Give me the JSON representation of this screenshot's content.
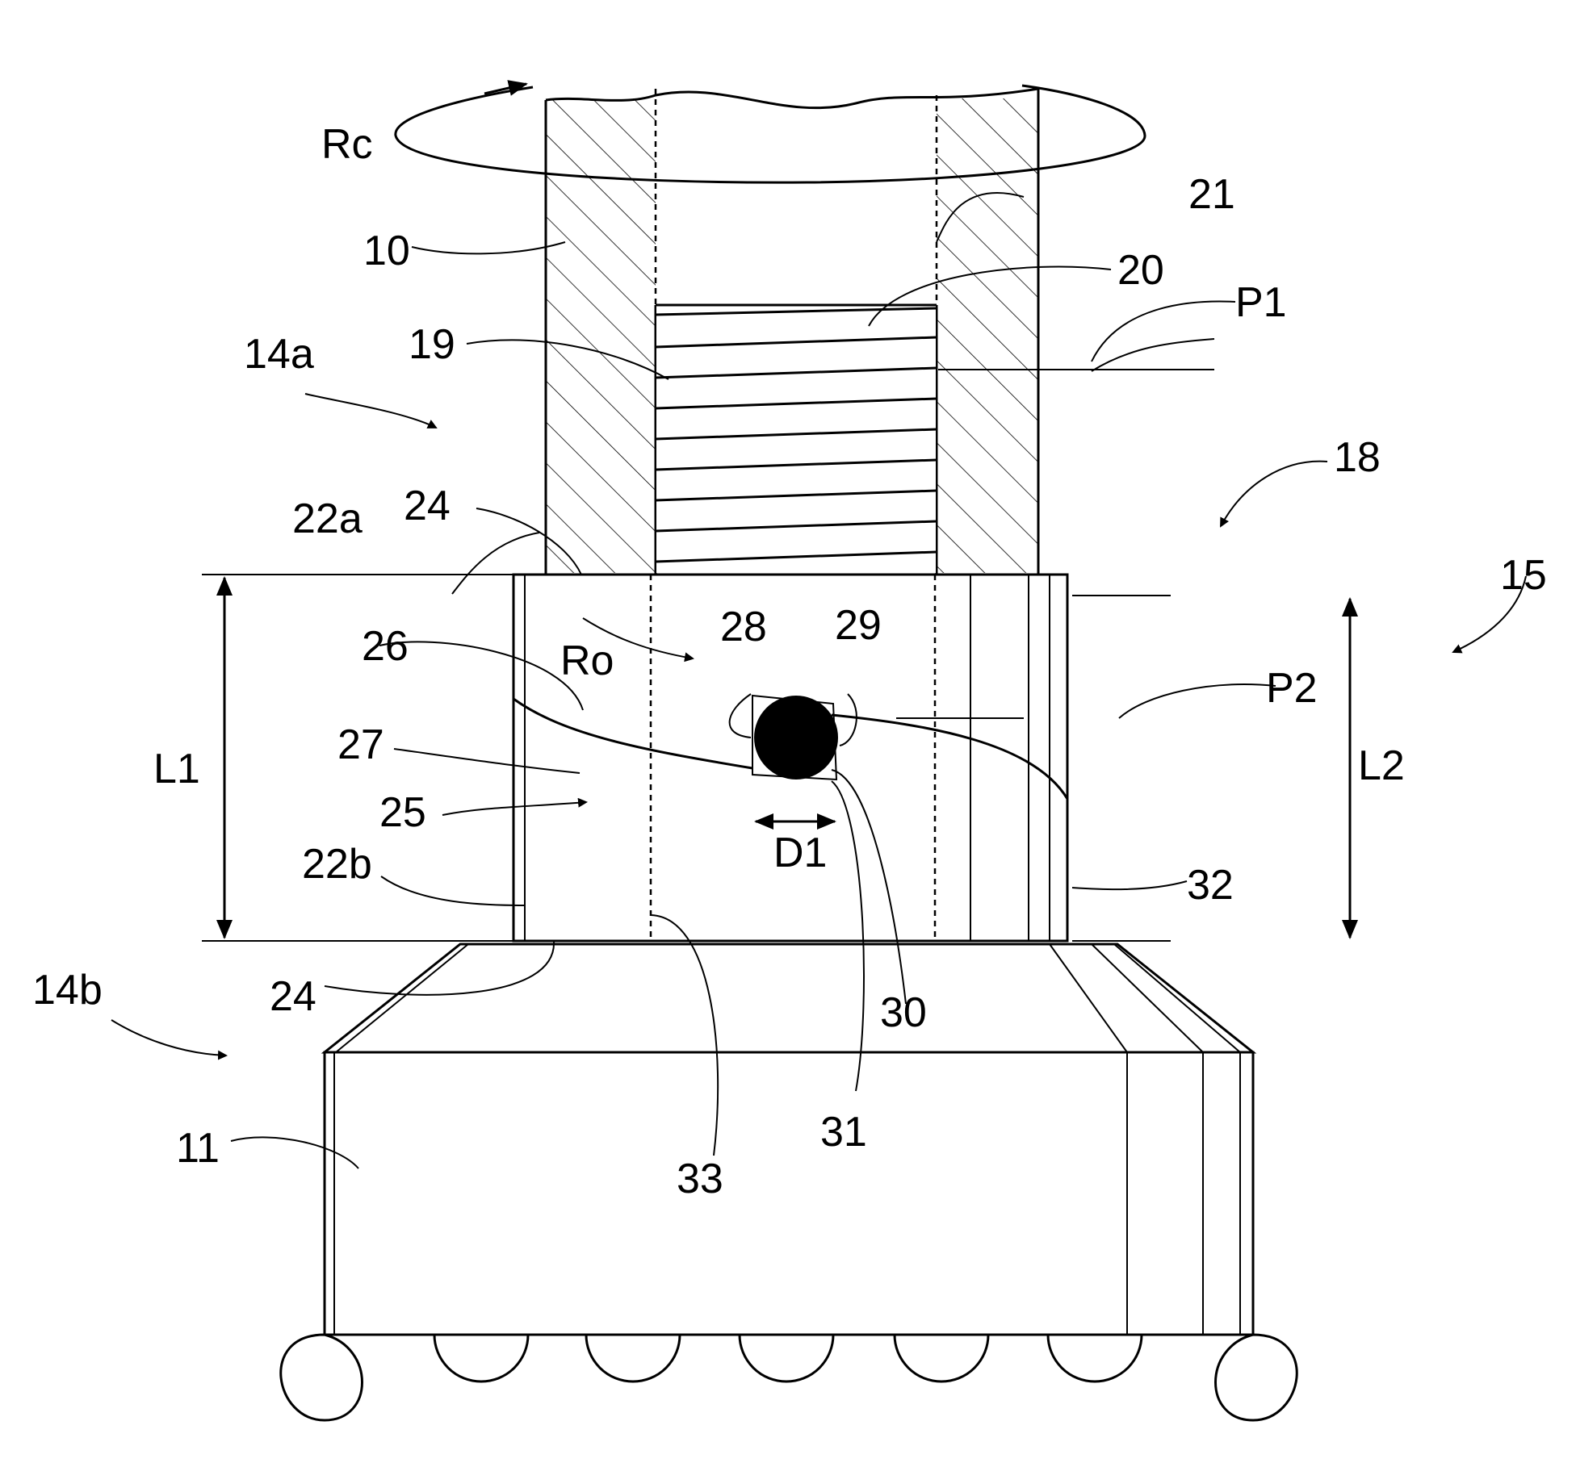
{
  "labels": {
    "rc": "Rc",
    "n10": "10",
    "n21": "21",
    "n20": "20",
    "p1": "P1",
    "n19": "19",
    "n14a": "14a",
    "n18": "18",
    "n22a": "22a",
    "n24a": "24",
    "n15": "15",
    "n26": "26",
    "ro": "Ro",
    "n28": "28",
    "n29": "29",
    "p2": "P2",
    "l1": "L1",
    "l2": "L2",
    "n27": "27",
    "n25": "25",
    "d1": "D1",
    "n22b": "22b",
    "n32": "32",
    "n14b": "14b",
    "n24b": "24",
    "n30": "30",
    "n11": "11",
    "n31": "31",
    "n33": "33"
  }
}
